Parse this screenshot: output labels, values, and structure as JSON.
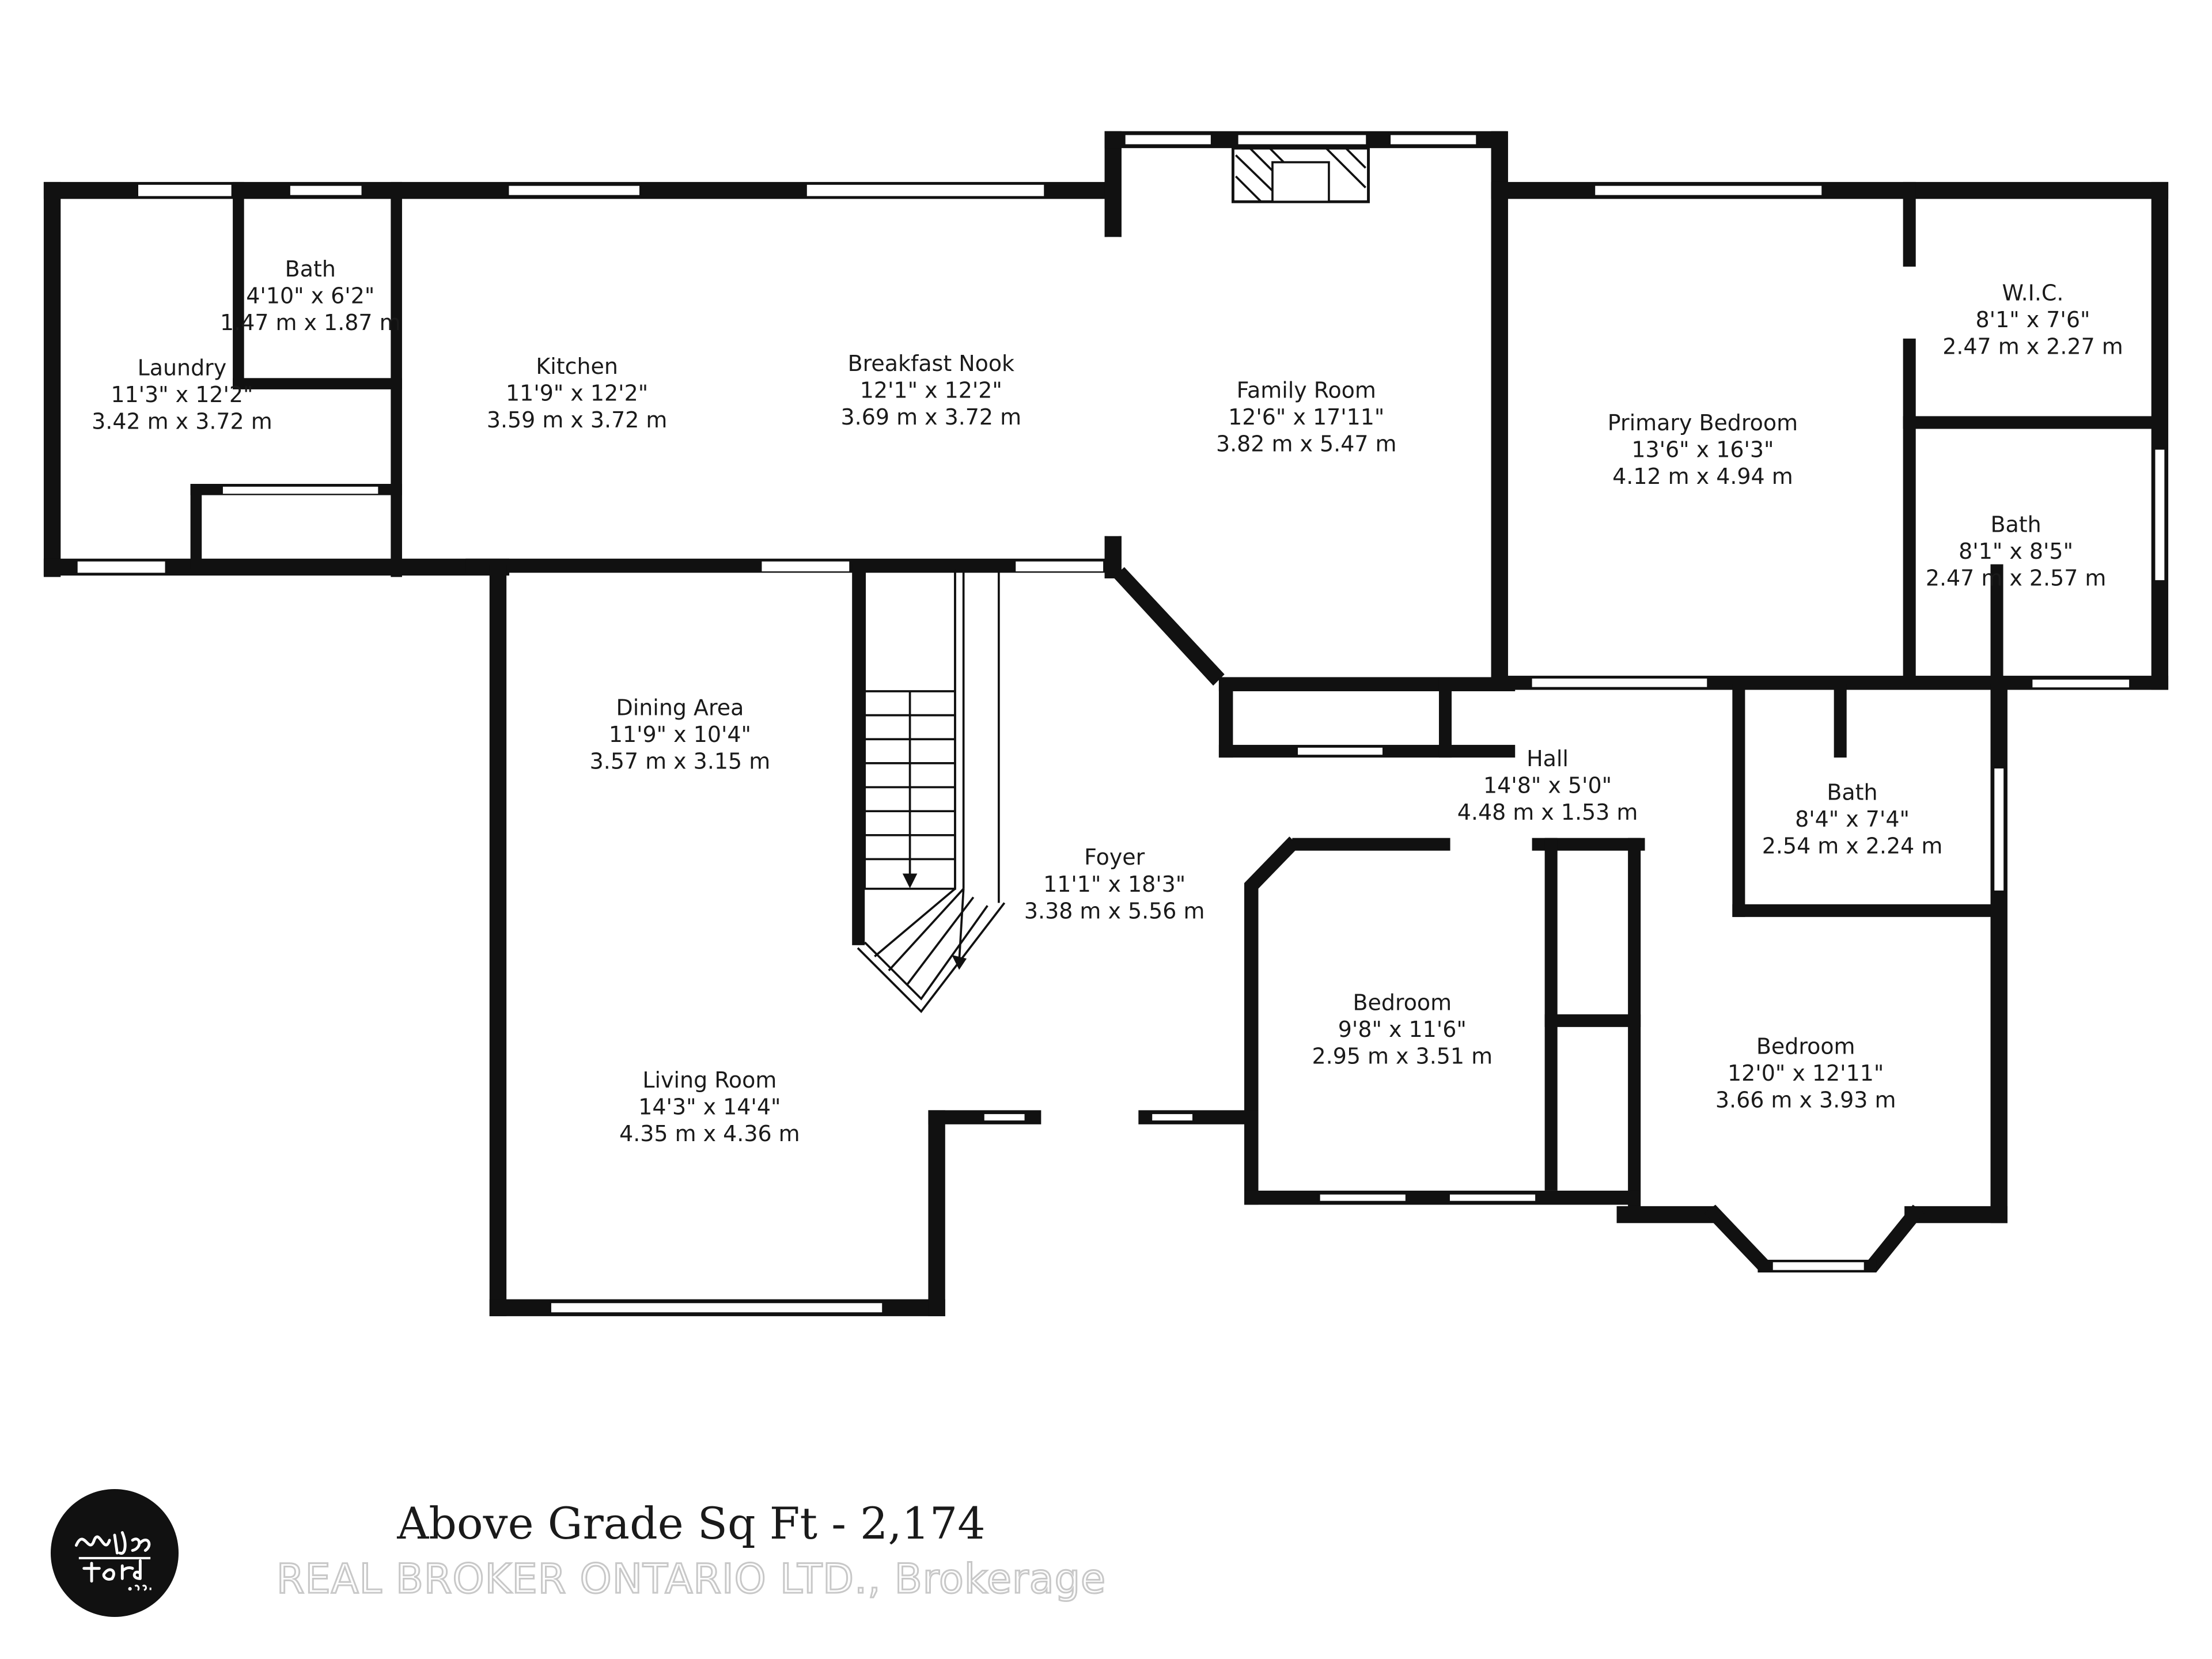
{
  "rooms": [
    {
      "name": "Laundry",
      "imperial": "11'3\" x 12'2\"",
      "metric": "3.42 m x 3.72 m"
    },
    {
      "name": "Bath",
      "imperial": "4'10\" x 6'2\"",
      "metric": "1.47 m x 1.87 m"
    },
    {
      "name": "Kitchen",
      "imperial": "11'9\" x 12'2\"",
      "metric": "3.59 m x 3.72 m"
    },
    {
      "name": "Breakfast Nook",
      "imperial": "12'1\" x 12'2\"",
      "metric": "3.69 m x 3.72 m"
    },
    {
      "name": "Family Room",
      "imperial": "12'6\" x 17'11\"",
      "metric": "3.82 m x 5.47 m"
    },
    {
      "name": "Primary Bedroom",
      "imperial": "13'6\" x 16'3\"",
      "metric": "4.12 m x 4.94 m"
    },
    {
      "name": "W.I.C.",
      "imperial": "8'1\" x 7'6\"",
      "metric": "2.47 m x 2.27 m"
    },
    {
      "name": "Bath",
      "imperial": "8'1\" x 8'5\"",
      "metric": "2.47 m x 2.57 m"
    },
    {
      "name": "Dining Area",
      "imperial": "11'9\" x 10'4\"",
      "metric": "3.57 m x 3.15 m"
    },
    {
      "name": "Hall",
      "imperial": "14'8\" x 5'0\"",
      "metric": "4.48 m x 1.53 m"
    },
    {
      "name": "Bath",
      "imperial": "8'4\" x 7'4\"",
      "metric": "2.54 m x 2.24 m"
    },
    {
      "name": "Foyer",
      "imperial": "11'1\" x 18'3\"",
      "metric": "3.38 m x 5.56 m"
    },
    {
      "name": "Bedroom",
      "imperial": "9'8\" x 11'6\"",
      "metric": "2.95 m x 3.51 m"
    },
    {
      "name": "Bedroom",
      "imperial": "12'0\" x 12'11\"",
      "metric": "3.66 m x 3.93 m"
    },
    {
      "name": "Living Room",
      "imperial": "14'3\" x 14'4\"",
      "metric": "4.35 m x 4.36 m"
    }
  ],
  "footer": {
    "title": "Above Grade Sq Ft - 2,174",
    "brokerage": "REAL BROKER ONTARIO LTD., Brokerage"
  },
  "logo": {
    "text": "Wylie Ford .com"
  },
  "colors": {
    "wall": "#111111",
    "window": "#ffffff",
    "text": "#1a1a1a"
  }
}
